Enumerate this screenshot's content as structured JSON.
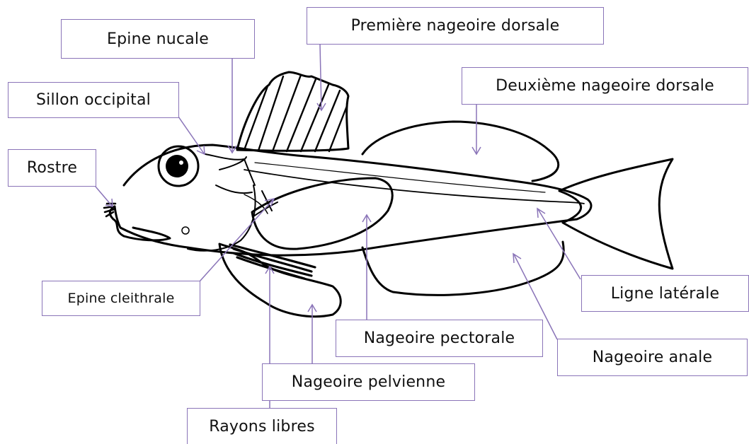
{
  "labels": {
    "epine_nucale": "Epine nucale",
    "premiere_dorsale": "Première nageoire dorsale",
    "sillon_occipital": "Sillon occipital",
    "deuxieme_dorsale": "Deuxième nageoire dorsale",
    "rostre": "Rostre",
    "epine_cleithrale": "Epine cleithrale",
    "ligne_laterale": "Ligne latérale",
    "nageoire_pectorale": "Nageoire pectorale",
    "nageoire_anale": "Nageoire anale",
    "nageoire_pelvienne": "Nageoire pelvienne",
    "rayons_libres": "Rayons libres"
  },
  "colors": {
    "label_border": "#8a74b8",
    "leader_line": "#8a74b8",
    "drawing": "#000000"
  }
}
